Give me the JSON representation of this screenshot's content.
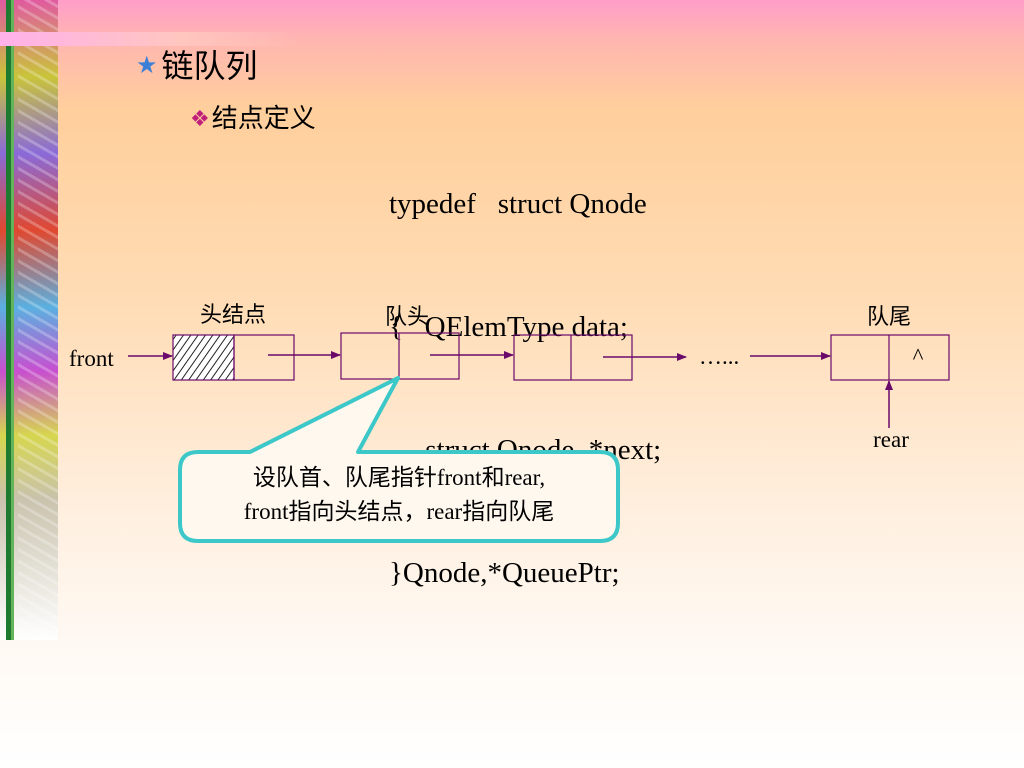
{
  "heading": {
    "star": "★",
    "text": "链队列"
  },
  "subheading": {
    "bullet": "❖",
    "text": "结点定义"
  },
  "code": {
    "lines": [
      "typedef   struct Qnode",
      "{   QElemType data;",
      "     struct Qnode  *next;",
      "}Qnode,*QueuePtr;"
    ]
  },
  "diagram": {
    "labels": {
      "head_node": "头结点",
      "queue_head": "队头",
      "queue_tail": "队尾",
      "front": "front",
      "rear": "rear",
      "ellipsis": "…...",
      "null_mark": "^"
    },
    "callout": {
      "line1": "设队首、队尾指针front和rear,",
      "line2": "front指向头结点，rear指向队尾"
    }
  },
  "colors": {
    "arrow": "#6a0a6a",
    "callout_border": "#3cc8c8",
    "star": "#3c7fd6",
    "bullet": "#c0207a"
  }
}
